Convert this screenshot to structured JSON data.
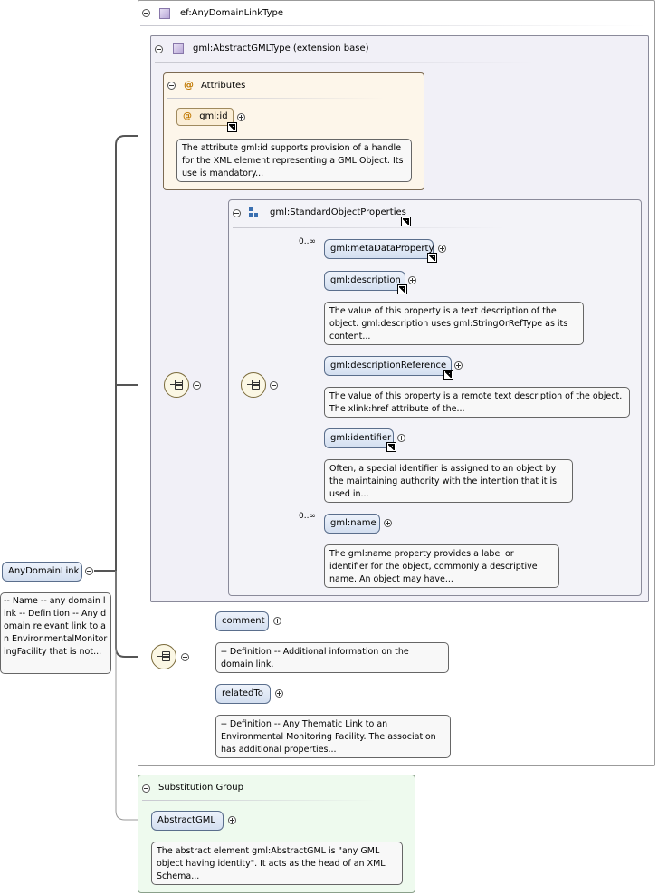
{
  "root_type": {
    "label": "ef:AnyDomainLinkType"
  },
  "extension": {
    "label": "gml:AbstractGMLType (extension base)"
  },
  "attributes": {
    "title": "Attributes",
    "id_attr": {
      "label": "gml:id",
      "doc": "The attribute gml:id supports provision of a handle for the XML element representing a GML Object. Its use is mandatory..."
    }
  },
  "std_props": {
    "title": "gml:StandardObjectProperties",
    "items": [
      {
        "label": "gml:metaDataProperty",
        "cardinality": "0..∞",
        "doc": ""
      },
      {
        "label": "gml:description",
        "cardinality": "",
        "doc": "The value of this property is a text description of the object. gml:description uses gml:StringOrRefType as its content..."
      },
      {
        "label": "gml:descriptionReference",
        "cardinality": "",
        "doc": "The value of this property is a remote text description of the object. The xlink:href attribute of the..."
      },
      {
        "label": "gml:identifier",
        "cardinality": "",
        "doc": "Often, a special identifier is assigned to an object by the maintaining authority with the intention that it is used in..."
      },
      {
        "label": "gml:name",
        "cardinality": "0..∞",
        "doc": "The gml:name property provides a label or identifier for the object, commonly a descriptive name. An object may have..."
      }
    ]
  },
  "root_element": {
    "label": "AnyDomainLink",
    "doc": "-- Name -- any domain link -- Definition -- Any domain relevant link to an EnvironmentalMonitoringFacility that is not..."
  },
  "local_items": [
    {
      "label": "comment",
      "doc": "-- Definition -- Additional information on the domain link."
    },
    {
      "label": "relatedTo",
      "doc": "-- Definition -- Any Thematic Link to an Environmental Monitoring Facility. The association has additional properties..."
    }
  ],
  "substitution": {
    "title": "Substitution Group",
    "element": {
      "label": "AbstractGML",
      "doc": "The abstract element gml:AbstractGML is \"any GML object having identity\". It acts as the head of an XML Schema..."
    }
  },
  "colors": {
    "element_fill": "#d3dff0",
    "attribute_fill": "#fbeed6",
    "substitution_fill": "#eefaee"
  },
  "icons": [
    "collapse-icon",
    "expand-icon",
    "complex-type-icon",
    "attribute-icon",
    "group-icon",
    "sequence-icon",
    "link-arrow-icon"
  ]
}
